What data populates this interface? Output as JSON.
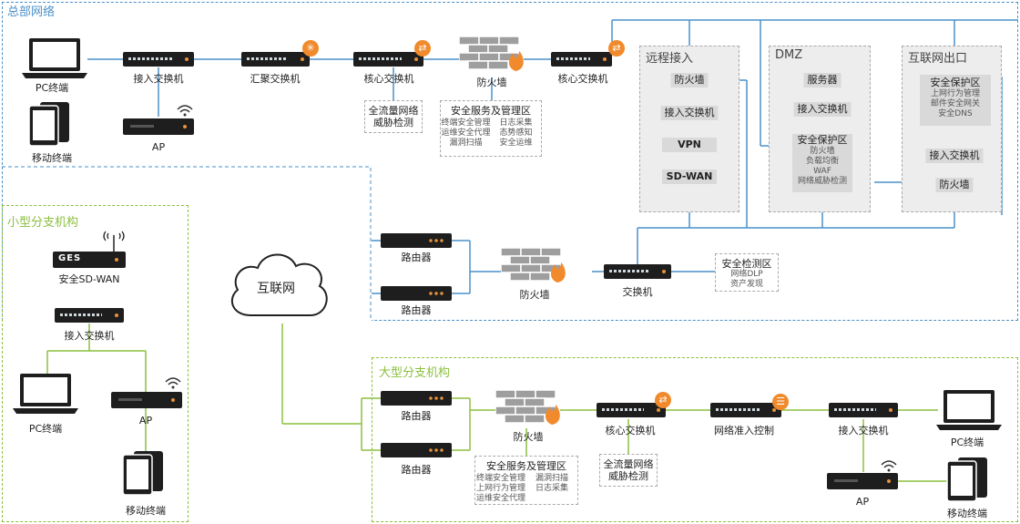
{
  "colors": {
    "hq": "#4a90c8",
    "branch": "#8cbf3f",
    "device": "#1e1e1e",
    "accent": "#f08a2c"
  },
  "hq": {
    "title": "总部网络",
    "pc": "PC终端",
    "mobile": "移动终端",
    "ap": "AP",
    "access_switch": "接入交换机",
    "agg_switch": "汇聚交换机",
    "core_switch_1": "核心交换机",
    "firewall": "防火墙",
    "core_switch_2": "核心交换机",
    "traffic_box": {
      "line1": "全流量网络",
      "line2": "威胁检测"
    },
    "security_box": {
      "title": "安全服务及管理区",
      "items": [
        "终端安全管理",
        "日志采集",
        "运维安全代理",
        "态势感知",
        "漏洞扫描",
        "安全运维"
      ]
    },
    "remote": {
      "title": "远程接入",
      "firewall": "防火墙",
      "access_switch": "接入交换机",
      "vpn": "VPN",
      "sdwan": "SD-WAN"
    },
    "dmz": {
      "title": "DMZ",
      "server": "服务器",
      "access_switch": "接入交换机",
      "zone_title": "安全保护区",
      "zone_items": [
        "防火墙",
        "负载均衡",
        "WAF",
        "网络威胁检测"
      ]
    },
    "internet_exit": {
      "title": "互联网出口",
      "zone_title": "安全保护区",
      "zone_items": [
        "上网行为管理",
        "邮件安全网关",
        "安全DNS"
      ],
      "access_switch": "接入交换机",
      "firewall": "防火墙"
    },
    "router_1": "路由器",
    "router_2": "路由器",
    "edge_firewall": "防火墙",
    "edge_switch": "交换机",
    "detect_box": {
      "title": "安全检测区",
      "items": [
        "网络DLP",
        "资产发现"
      ]
    }
  },
  "internet": {
    "label": "互联网"
  },
  "small_branch": {
    "title": "小型分支机构",
    "device_brand": "GES",
    "sdwan": "安全SD-WAN",
    "access_switch": "接入交换机",
    "pc": "PC终端",
    "ap": "AP",
    "mobile": "移动终端"
  },
  "large_branch": {
    "title": "大型分支机构",
    "router_1": "路由器",
    "router_2": "路由器",
    "firewall": "防火墙",
    "core_switch": "核心交换机",
    "nac": "网络准入控制",
    "access_switch": "接入交换机",
    "pc": "PC终端",
    "ap": "AP",
    "mobile": "移动终端",
    "security_box": {
      "title": "安全服务及管理区",
      "items": [
        "终端安全管理",
        "漏洞扫描",
        "上网行为管理",
        "日志采集",
        "运维安全代理"
      ]
    },
    "traffic_box": {
      "line1": "全流量网络",
      "line2": "威胁检测"
    }
  }
}
